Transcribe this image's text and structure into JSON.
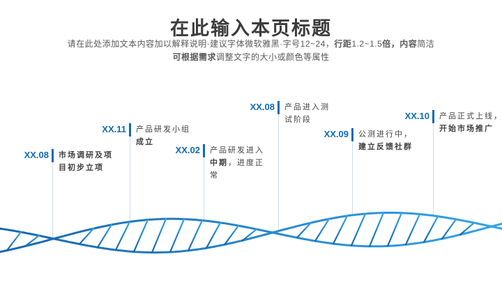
{
  "slide": {
    "title": "在此输入本页标题",
    "subtitle_lines": [
      [
        {
          "text": "请在此处添加文本内容加以解释说明·建议字体微软雅黑·字号12~24，",
          "bold": false
        },
        {
          "text": "行距",
          "bold": true
        },
        {
          "text": "1.2~1.5",
          "bold": false
        },
        {
          "text": "倍，",
          "bold": true
        },
        {
          "text": "内容",
          "bold": true
        },
        {
          "text": "简洁",
          "bold": false
        }
      ],
      [
        {
          "text": "可根据需求",
          "bold": true
        },
        {
          "text": "调整文字的大小或颜色等属性",
          "bold": false
        }
      ]
    ]
  },
  "timeline": {
    "items": [
      {
        "date": "XX.08",
        "lines": [
          [
            {
              "text": "市场调研及项",
              "bold": true
            }
          ],
          [
            {
              "text": "目初步立项",
              "bold": true
            }
          ]
        ]
      },
      {
        "date": "XX.11",
        "lines": [
          [
            {
              "text": "产品研发小组",
              "bold": false
            }
          ],
          [
            {
              "text": "成立",
              "bold": true
            }
          ]
        ]
      },
      {
        "date": "XX.02",
        "lines": [
          [
            {
              "text": "产品研发进入",
              "bold": false
            }
          ],
          [
            {
              "text": "中期",
              "bold": true
            },
            {
              "text": "，进度正",
              "bold": false
            }
          ],
          [
            {
              "text": "常",
              "bold": false
            }
          ]
        ]
      },
      {
        "date": "XX.08",
        "lines": [
          [
            {
              "text": "产品进入测",
              "bold": false
            }
          ],
          [
            {
              "text": "试阶段",
              "bold": false
            }
          ]
        ]
      },
      {
        "date": "XX.09",
        "lines": [
          [
            {
              "text": "公测进行中，",
              "bold": false
            }
          ],
          [
            {
              "text": "建立反馈社群",
              "bold": true
            }
          ]
        ]
      },
      {
        "date": "XX.10",
        "lines": [
          [
            {
              "text": "产品正式上线，",
              "bold": false
            }
          ],
          [
            {
              "text": "开始市场推广",
              "bold": true
            }
          ]
        ]
      }
    ]
  },
  "decoration": {
    "type": "dna-helix-wave"
  },
  "colors": {
    "background": "#ffffff",
    "title_text": "#3c3c3c",
    "subtitle_text": "#595959",
    "body_text": "#404040",
    "accent_blue": "#0e6bb6",
    "drop_line": "#cfdbe7",
    "wave_gradient_start": "#1767ae",
    "wave_gradient_end": "#35a3e8"
  }
}
